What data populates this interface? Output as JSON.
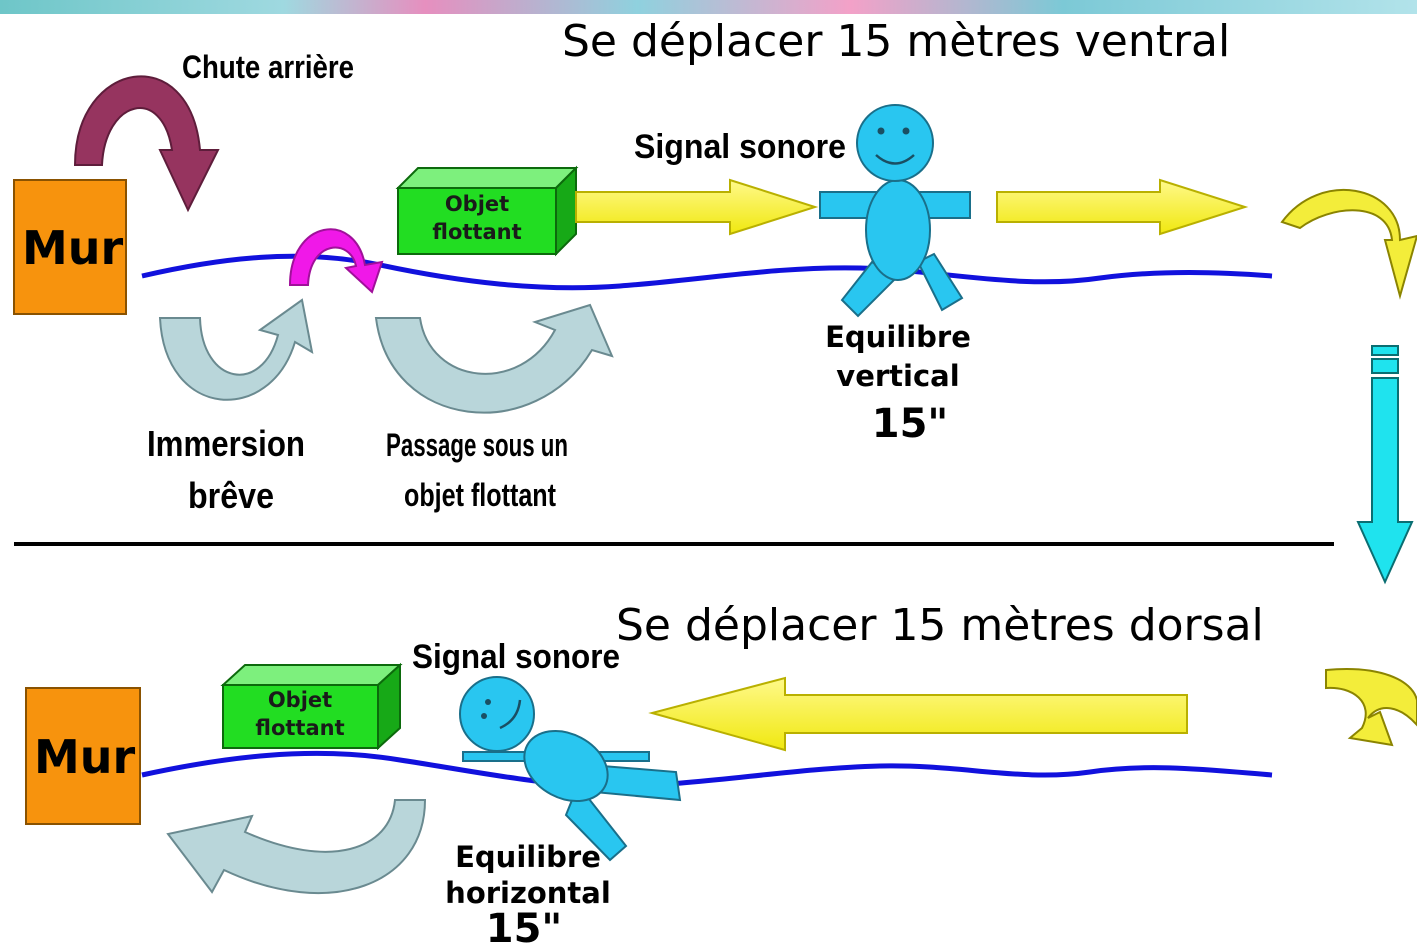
{
  "top": {
    "title": "Se déplacer 15 mètres ventral",
    "wall_label": "Mur",
    "back_fall": "Chute arrière",
    "float_object": [
      "Objet",
      "flottant"
    ],
    "sound_signal": "Signal sonore",
    "immersion": [
      "Immersion",
      "brêve"
    ],
    "passage": [
      "Passage sous un",
      "objet flottant"
    ],
    "balance": [
      "Equilibre",
      "vertical"
    ],
    "duration": "15\""
  },
  "bottom": {
    "title": "Se déplacer 15 mètres dorsal",
    "wall_label": "Mur",
    "float_object": [
      "Objet",
      "flottant"
    ],
    "sound_signal": "Signal sonore",
    "balance": [
      "Equilibre",
      "horizontal"
    ],
    "duration": "15\""
  },
  "colors": {
    "wall": "#f7930d",
    "water": "#1111dd",
    "float_box": "#22dd22",
    "swimmer": "#29c6f0",
    "signal_arrow": "#f5ef1a",
    "return_arrow": "#1fe3ee",
    "curve_arrow_grey": "#b9d6da",
    "back_fall_arrow": "#96345f",
    "immersion_arrow": "#f018e8"
  }
}
